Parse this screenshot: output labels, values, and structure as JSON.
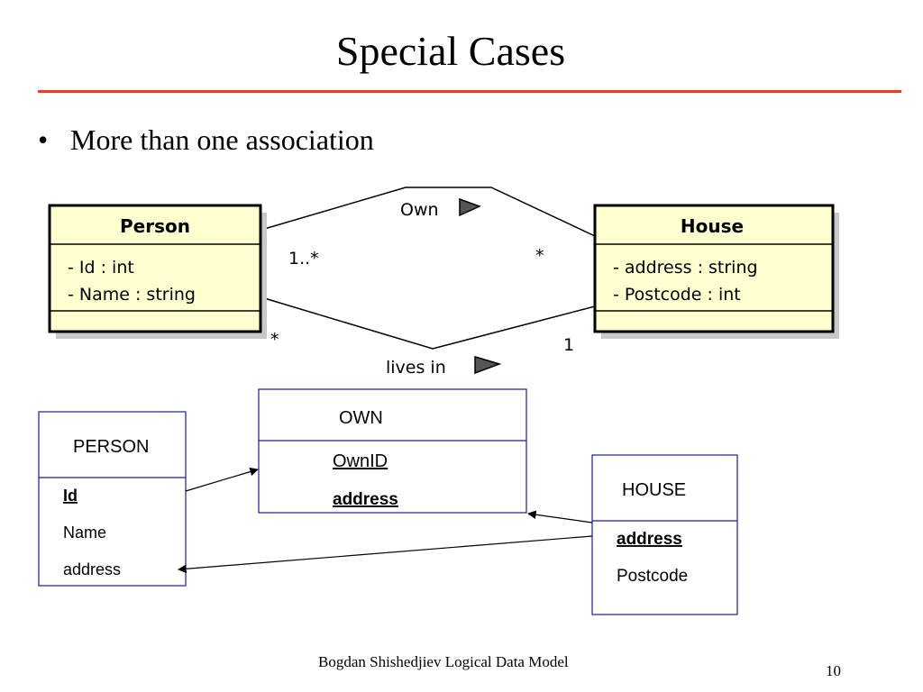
{
  "slide": {
    "title": "Special Cases",
    "bullet": "More than one association",
    "footer": "Bogdan Shishedjiev Logical Data Model",
    "page_number": "10"
  },
  "uml": {
    "person": {
      "name": "Person",
      "attributes": [
        "- Id : int",
        "- Name : string"
      ]
    },
    "house": {
      "name": "House",
      "attributes": [
        "- address : string",
        "- Postcode : int"
      ]
    },
    "associations": {
      "own": {
        "label": "Own",
        "person_multiplicity": "1..*",
        "house_multiplicity": "*"
      },
      "lives_in": {
        "label": "lives in",
        "person_multiplicity": "*",
        "house_multiplicity": "1"
      }
    },
    "colors": {
      "class_fill": "#ffffd0",
      "class_border": "#000000",
      "shadow": "#c8c8c8"
    }
  },
  "relational": {
    "person_table": {
      "name": "PERSON",
      "fields": [
        "Id",
        "Name",
        "address"
      ]
    },
    "own_table": {
      "name": "OWN",
      "fields": [
        "OwnID",
        "address"
      ]
    },
    "house_table": {
      "name": "HOUSE",
      "fields": [
        "address",
        "Postcode"
      ]
    },
    "colors": {
      "border": "#1a1aa0"
    }
  }
}
